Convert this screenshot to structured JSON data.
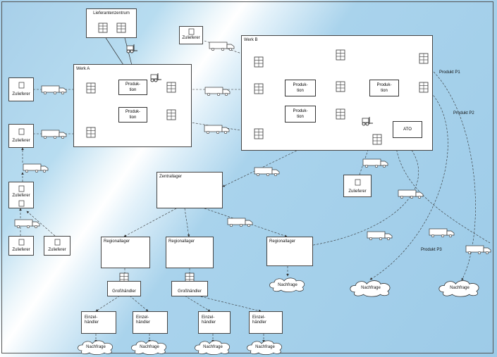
{
  "diagram": {
    "supplier_center": "Lieferantenzentrum",
    "plant_a": "Werk A",
    "plant_b": "Werk B",
    "production": "Produk-\ntion",
    "ato": "ATO",
    "central_warehouse": "Zentrallager",
    "regional_warehouse": "Regionallager",
    "wholesaler": "Großhändler",
    "retailer": "Einzel-\nhändler",
    "supplier": "Zulieferer",
    "demand": "Nachfrage",
    "product_p1": "Produkt P1",
    "product_p2": "Produkt P2",
    "product_p3": "Produkt P3"
  },
  "colors": {
    "background": "#a9d3ec",
    "highlight": "#ffffff",
    "line": "#333333"
  }
}
